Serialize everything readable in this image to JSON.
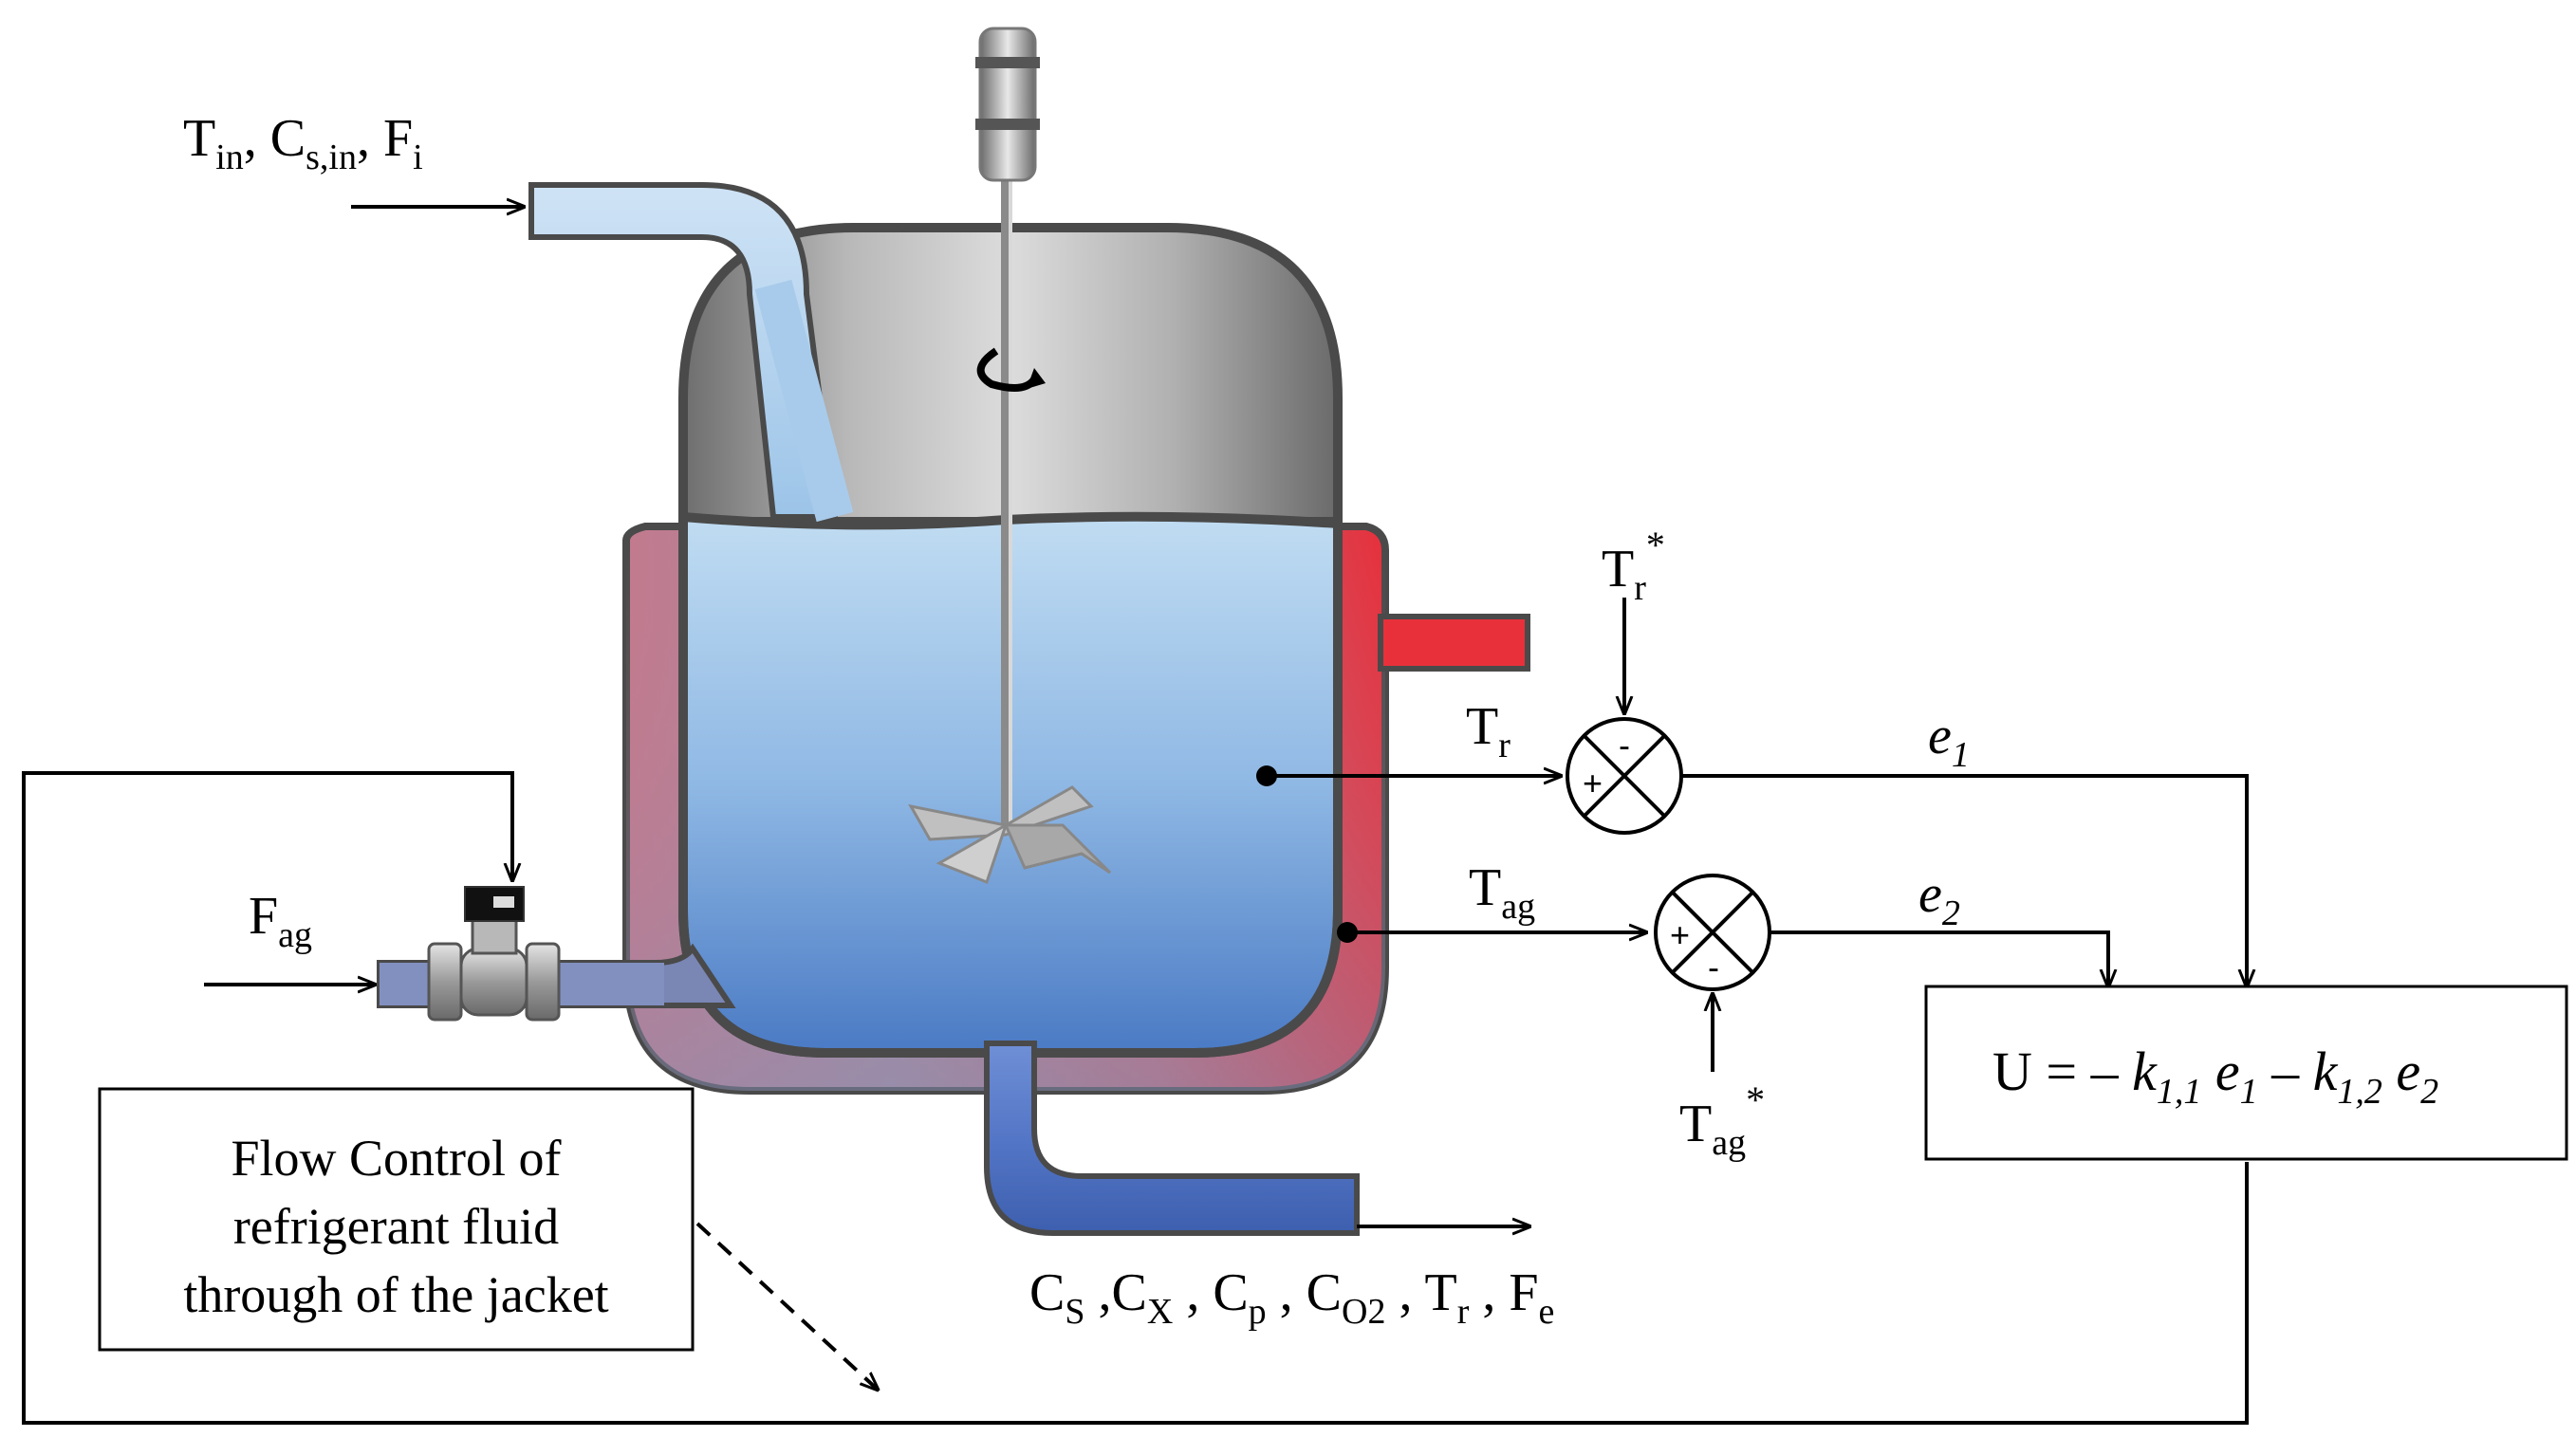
{
  "inlet": {
    "T": "T",
    "T_sub": "in",
    "Cs": "C",
    "Cs_sub": "s,in",
    "F": "F",
    "F_sub": "i"
  },
  "coolant_in": {
    "F": "F",
    "F_sub": "ag"
  },
  "reactor_temp": {
    "T": "T",
    "sub": "r"
  },
  "reactor_setpoint": {
    "T": "T",
    "sub": "r",
    "sup": "*"
  },
  "jacket_temp": {
    "T": "T",
    "sub": "ag"
  },
  "jacket_setpoint": {
    "T": "T",
    "sub": "ag",
    "sup": "*"
  },
  "errors": {
    "e1": "e",
    "e1_sub": "1",
    "e2": "e",
    "e2_sub": "2"
  },
  "summer1": {
    "plus": "+",
    "minus": "-"
  },
  "summer2": {
    "plus": "+",
    "minus": "-"
  },
  "control_law": {
    "U": "U = – ",
    "k": "k",
    "k11_sub": "1,1",
    "e": "e",
    "e1_sub": "1",
    "minus": " – ",
    "k12_sub": "1,2",
    "e2_sub": "2"
  },
  "flow_control_box": {
    "line1": "Flow Control of",
    "line2": "refrigerant fluid",
    "line3": "through of the jacket"
  },
  "outlet": {
    "items": [
      {
        "base": "C",
        "sub": "S",
        "sep": " ,"
      },
      {
        "base": "C",
        "sub": "X",
        "sep": " , "
      },
      {
        "base": "C",
        "sub": "p",
        "sep": " , "
      },
      {
        "base": "C",
        "sub": "O2",
        "sep": " , "
      },
      {
        "base": "T",
        "sub": "r",
        "sep": " , "
      },
      {
        "base": "F",
        "sub": "e",
        "sep": ""
      }
    ]
  },
  "colors": {
    "liquid_top": "#b9d8ef",
    "liquid_bottom": "#4f7fc8",
    "head": "#9a9a9a",
    "jacket_cold": "#8a8faf",
    "jacket_hot": "#e8303a",
    "outline": "#4a4a4a"
  }
}
